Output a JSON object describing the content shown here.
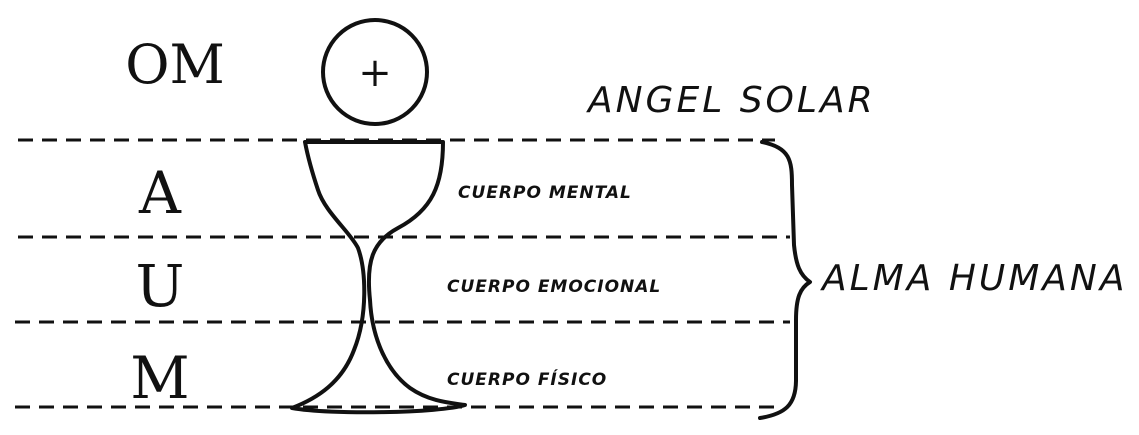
{
  "syllables": {
    "om": "OM",
    "a": "A",
    "u": "U",
    "m": "M"
  },
  "chalice": {
    "symbol": "+"
  },
  "labels": {
    "angel_solar": "ANGEL SOLAR",
    "alma_humana": "ALMA HUMANA",
    "cuerpo_mental": "CUERPO MENTAL",
    "cuerpo_emocional": "CUERPO EMOCIONAL",
    "cuerpo_fisico": "CUERPO FÍSICO"
  },
  "colors": {
    "ink": "#111111",
    "paper": "#ffffff"
  }
}
